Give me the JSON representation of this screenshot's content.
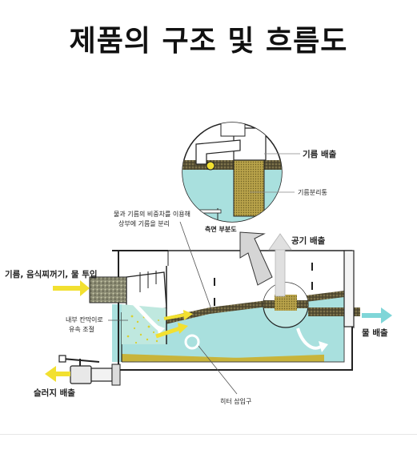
{
  "title": "제품의 구조 및 흐름도",
  "labels": {
    "oil_discharge": "기름 배출",
    "oil_separator": "기름분리통",
    "gravity_note_line1": "물과 기름의 비중차를 이용해",
    "gravity_note_line2": "상부에 기름을 분리",
    "side_view": "측면 부분도",
    "air_discharge": "공기 배출",
    "inlet": "기름, 음식찌꺼기, 물 투입",
    "baffle_line1": "내부 칸막이로",
    "baffle_line2": "유속 조절",
    "water_discharge": "물 배출",
    "sludge_discharge": "슬러지 배출",
    "heater_port": "히터 삽입구"
  },
  "colors": {
    "water": "#a9e0de",
    "water_dark": "#8fd2cf",
    "sludge": "#c8b43a",
    "oil_layer": "#4a4530",
    "arrow_cyan": "#7fd6d8",
    "arrow_yellow": "#f2e030",
    "arrow_gray": "#c9c9c9",
    "tank_line": "#222222"
  }
}
